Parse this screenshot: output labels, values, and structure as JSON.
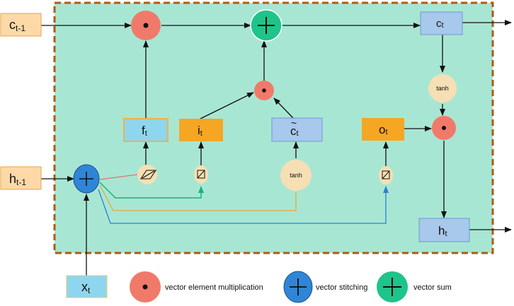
{
  "inputs": {
    "c_prev": {
      "main": "c",
      "sub": "t-1"
    },
    "h_prev": {
      "main": "h",
      "sub": "t-1"
    },
    "x": {
      "main": "x",
      "sub": "t"
    }
  },
  "gates": {
    "f": {
      "main": "f",
      "sub": "t"
    },
    "i": {
      "main": "i",
      "sub": "t"
    },
    "c_tilde": {
      "main": "c",
      "sub": "t",
      "accent": "~"
    },
    "o": {
      "main": "o",
      "sub": "t"
    }
  },
  "outputs": {
    "c": {
      "main": "c",
      "sub": "t"
    },
    "h": {
      "main": "h",
      "sub": "t"
    }
  },
  "activations": {
    "tanh_candidate": "tanh",
    "tanh_output": "tanh"
  },
  "legend": {
    "multiplication": "vector element multiplication",
    "stitching": "vector stitching",
    "sum": "vector sum"
  },
  "colors": {
    "cell_background": "#a8e6d4",
    "border_dashed": "#b05a10",
    "multiply_node": "#f07a6a",
    "sum_node": "#1ec48a",
    "stitch_node": "#2f86d6",
    "sigmoid_node": "#f6dfb4",
    "gate_blue": "#8ed6ee",
    "gate_orange": "#f5a623",
    "input_box": "#fdd9a8",
    "output_box": "#a8c8ec"
  }
}
